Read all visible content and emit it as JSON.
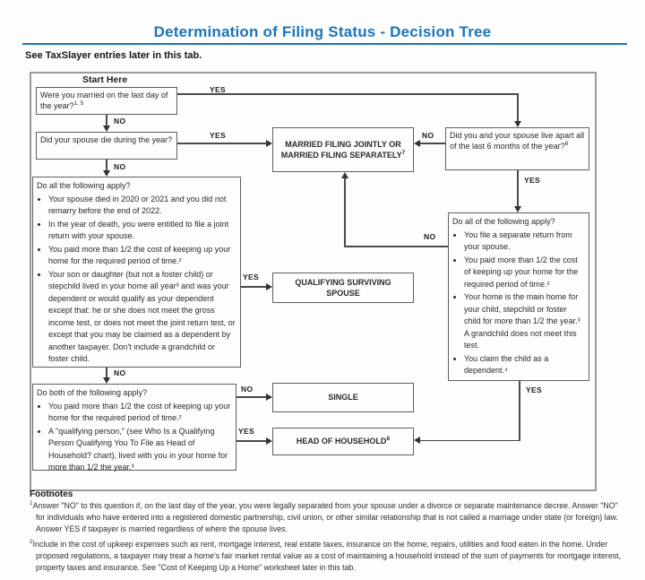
{
  "colors": {
    "accent": "#1b75bc"
  },
  "header": {
    "title": "Determination of Filing Status - Decision Tree",
    "subtitle": "See TaxSlayer entries later in this tab."
  },
  "labels": {
    "yes": "YES",
    "no": "NO",
    "start_here": "Start Here"
  },
  "tree": {
    "q_married": {
      "text": "Were you married on the last day of the year?",
      "sup": "1, 5"
    },
    "q_spouse_died": {
      "text": "Did your spouse die during the year?"
    },
    "box_mfj": {
      "text": "MARRIED FILING JOINTLY OR MARRIED FILING SEPARATELY",
      "sup": "7"
    },
    "q_live_apart": {
      "text": "Did you and your spouse live apart all of the last 6 months of the year?",
      "sup": "6"
    },
    "cond_qss": {
      "header": "Do all the following apply?",
      "bullets": [
        "Your spouse died in 2020 or 2021 and you did not remarry before the end of 2022.",
        "In the year of death, you were entitled to file a joint return with your spouse.",
        "You paid more than 1/2 the cost of keeping up your home for the required period of time.²",
        "Your son or daughter (but not a foster child) or stepchild lived in your home all year³ and was your dependent or would qualify as your dependent except that: he or she does not meet the gross income test, or does not meet the joint return test, or except that you may be claimed as a dependent by another taxpayer. Don't include a grandchild or foster child."
      ]
    },
    "box_qss": {
      "text": "QUALIFYING SURVIVING SPOUSE"
    },
    "cond_separate": {
      "header": "Do all of the following apply?",
      "bullets": [
        "You file a separate return from your spouse.",
        "You paid more than 1/2 the cost of keeping up your home for the required period of time.²",
        "Your home is the main home for your child, stepchild or foster child for more than 1/2 the year.³ A grandchild does not meet this test.",
        "You claim the child as a dependent.⁴"
      ]
    },
    "cond_both": {
      "header": "Do both of the following apply?",
      "bullets": [
        "You paid more than 1/2 the cost of keeping up your home for the required period of time.²",
        "A \"qualifying person,\" (see Who Is a Qualifying Person Qualifying You To File as Head of Household? chart), lived with you in your home for more than 1/2 the year.³"
      ]
    },
    "box_single": {
      "text": "SINGLE"
    },
    "box_hoh": {
      "text": "HEAD OF HOUSEHOLD",
      "sup": "8"
    }
  },
  "footnotes": {
    "heading": "Footnotes",
    "items": [
      {
        "num": "1",
        "text": "Answer \"NO\" to this question if, on the last day of the year, you were legally separated from your spouse under a divorce or separate maintenance decree. Answer \"NO\" for individuals who have entered into a registered domestic partnership, civil union, or other similar relationship that is not called a marriage under state (or foreign) law. Answer YES if taxpayer is married regardless of where the spouse lives."
      },
      {
        "num": "2",
        "text": "Include in the cost of upkeep expenses such as rent, mortgage interest, real estate taxes, insurance on the home, repairs, utilities and food eaten in the home. Under proposed regulations, a taxpayer may treat a home's fair market rental value as a cost of maintaining a household instead of the sum of payments for mortgage interest, property taxes and insurance. See \"Cost of Keeping Up a Home\" worksheet later in this tab."
      }
    ]
  }
}
